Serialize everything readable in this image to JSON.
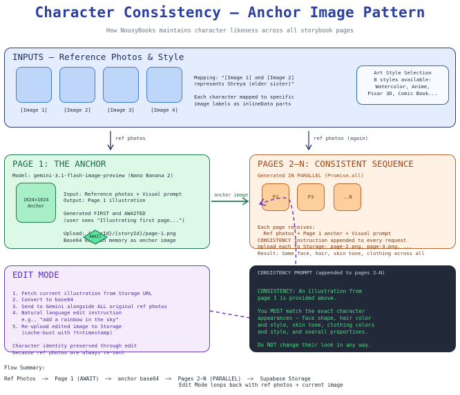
{
  "header": {
    "title": "Character Consistency — Anchor Image Pattern",
    "subtitle": "How NousyBooks maintains character likeness across all storybook pages"
  },
  "inputs": {
    "title": "INPUTS — Reference Photos & Style",
    "images": [
      "[Image 1]",
      "[Image 2]",
      "[Image 3]",
      "[Image 4]"
    ],
    "mapping_lines": [
      "Mapping: \"[Image 1] and [Image 2]",
      "represents Shreya (elder sister)\"",
      "",
      "Each character mapped to specific",
      "image labels as inlineData parts"
    ],
    "style_box": [
      "Art Style Selection",
      "8 styles available:",
      "Watercolor, Anime,",
      "Pixar 3D, Comic Book..."
    ]
  },
  "arrows": {
    "left_label": "ref photos",
    "right_label": "ref photos (again)",
    "anchor_label": "anchor image"
  },
  "page1": {
    "title": "PAGE 1: THE ANCHOR",
    "model": "Model: gemini-3.1-flash-image-preview (Nano Banana 2)",
    "anchor_lines": [
      "1024×1024",
      "Anchor"
    ],
    "detail_lines": [
      "Input: Reference photos + Visual prompt",
      "Output: Page 1 illustration",
      "",
      "Generated FIRST and AWAITED",
      "(user sees \"Illustrating first page...\")",
      "",
      "Upload: {userId}/{storyId}/page-1.png",
      "Base64 kept in memory as anchor image"
    ],
    "await_label": "AWAIT"
  },
  "pages2": {
    "title": "PAGES 2–N: CONSISTENT SEQUENCE",
    "subtitle": "Generated IN PARALLEL (Promise.all)",
    "pages": [
      "P2",
      "P3",
      "..N"
    ],
    "detail_lines": [
      "Each page receives:",
      "  Ref photos + Page 1 anchor + Visual prompt",
      "CONSISTENCY instruction appended to every request",
      "Upload each to Storage: page-2.png, page-3.png, ...",
      "Result: Same face, hair, skin tone, clothing across all"
    ]
  },
  "edit": {
    "title": "EDIT MODE",
    "lines": [
      "1. Fetch current illustration from Storage URL",
      "2. Convert to base64",
      "3. Send to Gemini alongside ALL original ref photos",
      "4. Natural language edit instruction",
      "   e.g., \"add a rainbow in the sky\"",
      "5. Re-upload edited image to Storage",
      "   (cache-bust with ?t=timestamp)",
      "",
      "Character identity preserved through edit",
      "because ref photos are always re-sent"
    ]
  },
  "consistency": {
    "title": "CONSISTENCY PROMPT (appended to pages 2–N)",
    "lines": [
      "CONSISTENCY: An illustration from",
      "page 1 is provided above.",
      "",
      "You MUST match the exact character",
      "appearances — face shape, hair color",
      "and style, skin tone, clothing colors",
      "and style, and overall proportions.",
      "",
      "Do NOT change their look in any way."
    ]
  },
  "flow": {
    "heading": "Flow Summary:",
    "steps": [
      "Ref Photos",
      "Page 1 (AWAIT)",
      "anchor base64",
      "Pages 2–N (PARALLEL)",
      "Supabase Storage"
    ],
    "arrow": "—>",
    "note": "Edit Mode loops back with ref photos + current image"
  }
}
